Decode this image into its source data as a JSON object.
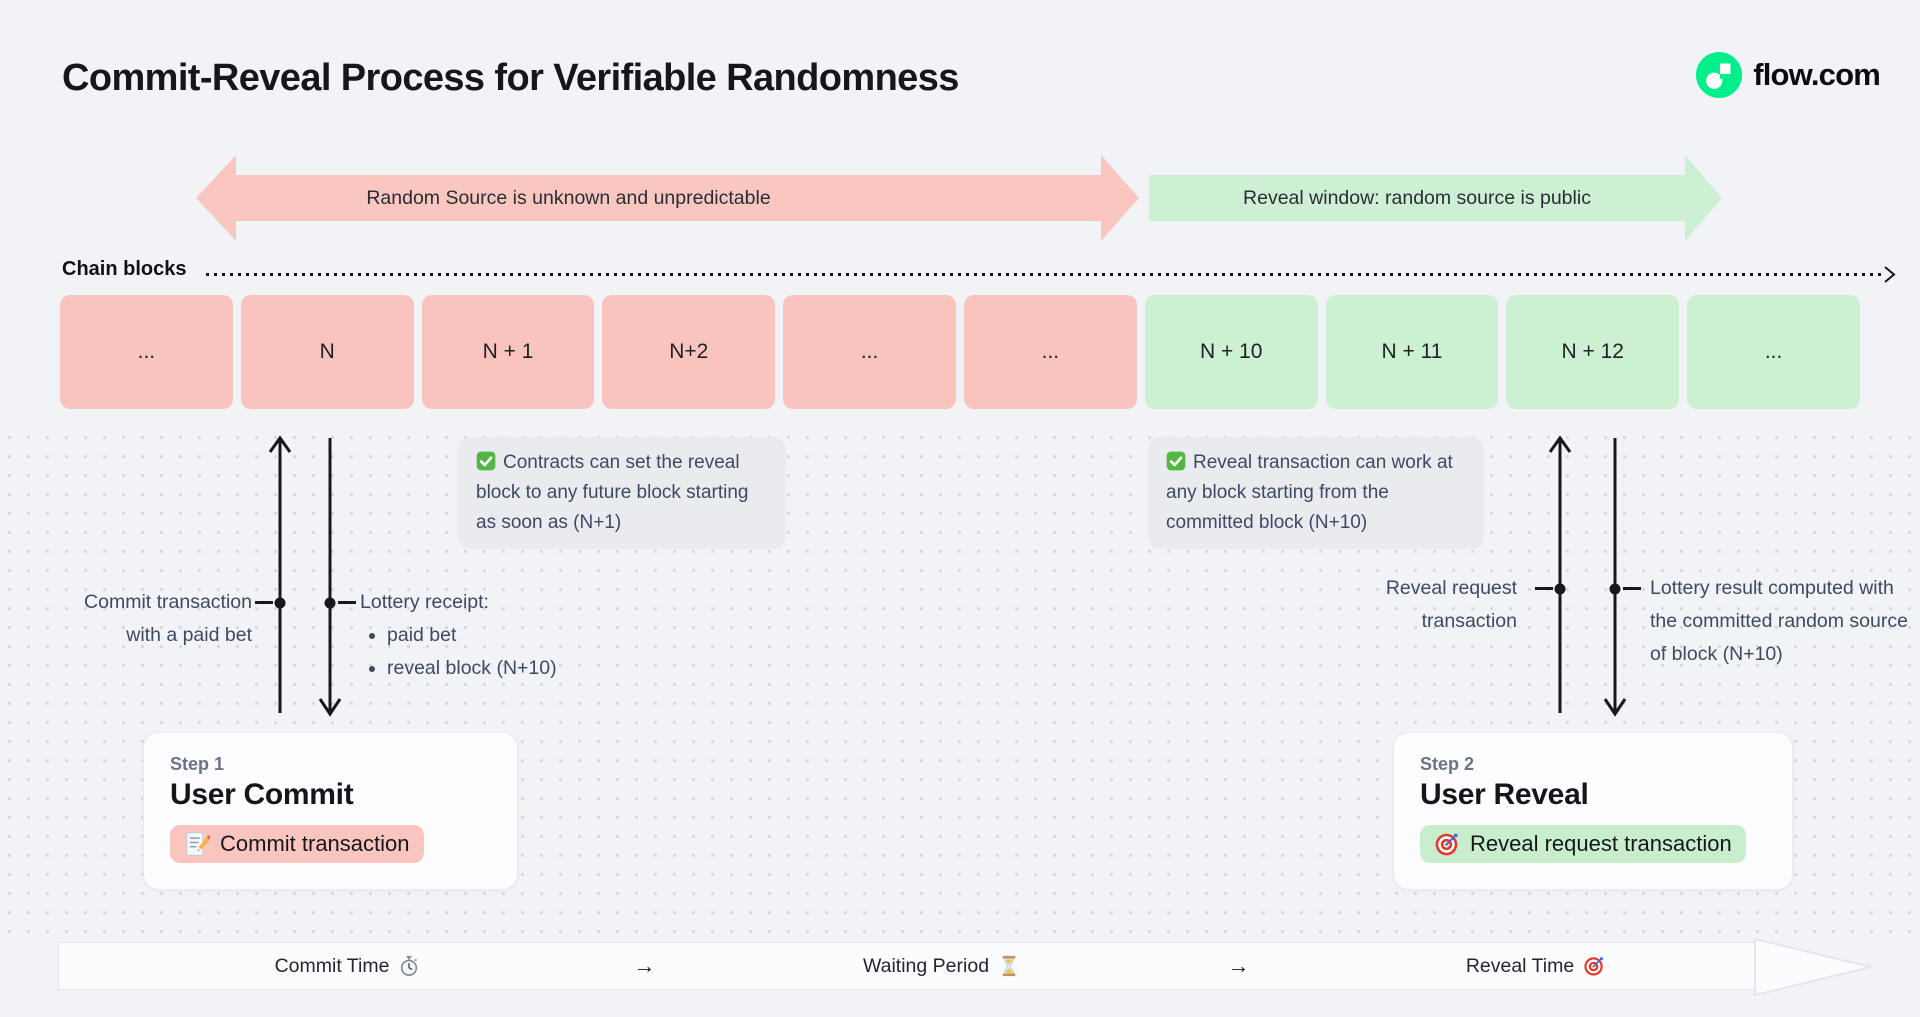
{
  "header": {
    "title": "Commit-Reveal Process for Verifiable Randomness",
    "brand": "flow.com"
  },
  "bands": {
    "unknown": "Random Source is unknown and unpredictable",
    "reveal": "Reveal window: random source is public"
  },
  "chain": {
    "label": "Chain blocks",
    "blocks": [
      {
        "label": "...",
        "phase": "commit"
      },
      {
        "label": "N",
        "phase": "commit"
      },
      {
        "label": "N + 1",
        "phase": "commit"
      },
      {
        "label": "N+2",
        "phase": "commit"
      },
      {
        "label": "...",
        "phase": "commit"
      },
      {
        "label": "...",
        "phase": "commit"
      },
      {
        "label": "N + 10",
        "phase": "reveal"
      },
      {
        "label": "N + 11",
        "phase": "reveal"
      },
      {
        "label": "N + 12",
        "phase": "reveal"
      },
      {
        "label": "...",
        "phase": "reveal"
      }
    ]
  },
  "notes": {
    "contracts": {
      "icon": "check-icon",
      "text": "Contracts can set the reveal block to any future block starting as soon as (N+1)"
    },
    "reveal": {
      "icon": "check-icon",
      "text": "Reveal transaction can work at any block starting from the committed block (N+10)"
    }
  },
  "annotations": {
    "commit_tx": {
      "lines": [
        "Commit transaction",
        "with a paid bet"
      ]
    },
    "lottery_receipt": {
      "title": "Lottery receipt:",
      "bullets": [
        "paid bet",
        "reveal block (N+10)"
      ]
    },
    "reveal_request": {
      "lines": [
        "Reveal request",
        "transaction"
      ]
    },
    "lottery_result": {
      "text": "Lottery result computed with the committed random source of block (N+10)"
    }
  },
  "steps": {
    "commit": {
      "eyebrow": "Step 1",
      "title": "User Commit",
      "badge": "Commit transaction",
      "badge_icon": "memo-icon"
    },
    "reveal": {
      "eyebrow": "Step 2",
      "title": "User Reveal",
      "badge": "Reveal request transaction",
      "badge_icon": "dart-icon"
    }
  },
  "timeline": {
    "commit": {
      "label": "Commit Time",
      "icon": "stopwatch-icon"
    },
    "arrow": "→",
    "waiting": {
      "label": "Waiting Period",
      "icon": "hourglass-icon"
    },
    "reveal": {
      "label": "Reveal Time",
      "icon": "dart-icon"
    }
  },
  "colors": {
    "background": "#F1F3F7",
    "commit_pink": "#F9C4BD",
    "reveal_green": "#CBF0D2",
    "note_gray": "#E9EBEF",
    "brand_green": "#00EF8B",
    "ink": "#15171C",
    "slate": "#3D4A63"
  }
}
